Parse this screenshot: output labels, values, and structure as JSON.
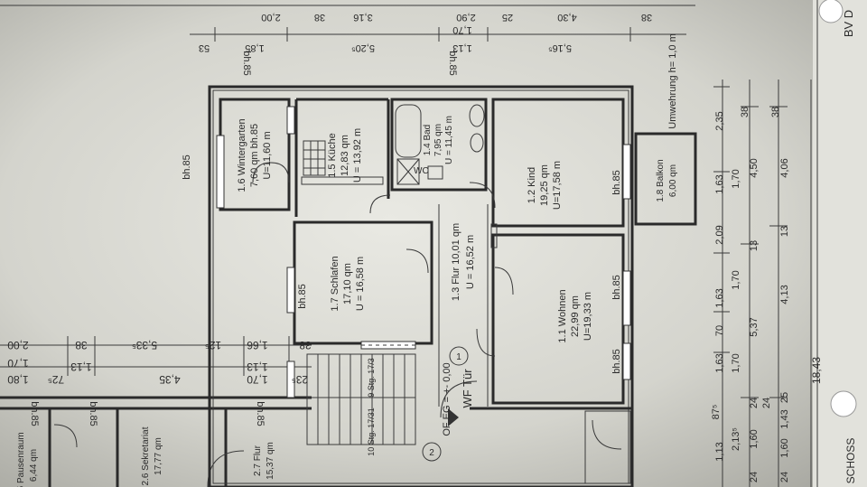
{
  "rooms": [
    {
      "id": "r16",
      "name": "1.6 Wintergarten",
      "area": "7,60 qm",
      "extra": "bh.85",
      "perimeter": "U=11,60 m"
    },
    {
      "id": "r15",
      "name": "1.5 Küche",
      "area": "12,83 qm",
      "perimeter": "U = 13,92 m"
    },
    {
      "id": "r14",
      "name": "1.4 Bad",
      "area": "7,95 qm",
      "perimeter": "U = 11,45 m"
    },
    {
      "id": "r12",
      "name": "1.2 Kind",
      "area": "19,25 qm",
      "perimeter": "U=17,58 m"
    },
    {
      "id": "r18",
      "name": "1.8 Balkon",
      "area": "6,00 qm"
    },
    {
      "id": "r17",
      "name": "1.7 Schlafen",
      "area": "17,10 qm",
      "perimeter": "U = 16,58 m"
    },
    {
      "id": "r13",
      "name": "1.3 Flur 10,01 qm",
      "perimeter": "U = 16,52 m"
    },
    {
      "id": "r11",
      "name": "1.1 Wohnen",
      "area": "22,99 qm",
      "perimeter": "U=19,33 m"
    },
    {
      "id": "r27",
      "name": "2.7 Flur",
      "area": "15,37 qm"
    },
    {
      "id": "r26",
      "name": "2.6 Sekretariat",
      "area": "17,77 qm"
    },
    {
      "id": "r25",
      "name": "2.5 Pausenraum",
      "area": "6,44 qm"
    }
  ],
  "labels": {
    "bh85": "bh.85",
    "umwehrung": "Umwehrung h= 1,0 m",
    "wf_tuer": "WF Tür",
    "of_eg": "OF EG = +- 0,00",
    "stair_upper": "9 Stg. 17/3",
    "stair_lower": "10 Stg. 17/31",
    "marker1": "1",
    "marker2": "2",
    "bv": "BV D",
    "geschoss": "SCHOSS",
    "wc": "WC"
  },
  "dims_top": [
    "1,85",
    "5,20⁵",
    "1,13",
    "5,16⁵",
    "1,70",
    "53"
  ],
  "dims_top_cut": [
    "2,00",
    "38",
    "3,16",
    "2,90",
    "25",
    "4,30",
    "38"
  ],
  "dims_left_row1": [
    "2,00",
    "38",
    "5,33⁵",
    "12⁵",
    "1,66",
    "38"
  ],
  "dims_left_row2": [
    "1,80",
    "1,13",
    "4,35",
    "1,13",
    "1,70",
    "23⁵",
    "72⁵",
    "1,70"
  ],
  "dims_bottom_row1": [
    "1,13",
    "2,13⁵",
    "87⁵",
    "1,63",
    "1,70",
    "70",
    "1,63",
    "1,70",
    "2,09",
    "1,63",
    "1,70",
    "2,35"
  ],
  "dims_bottom_row2": [
    "24",
    "1,60",
    "24",
    "24",
    "5,37",
    "13",
    "4,50",
    "38"
  ],
  "dims_bottom_row3": [
    "24",
    "1,60",
    "1,43",
    "25",
    "4,13",
    "13",
    "4,06",
    "38"
  ],
  "dims_total": "18,43"
}
